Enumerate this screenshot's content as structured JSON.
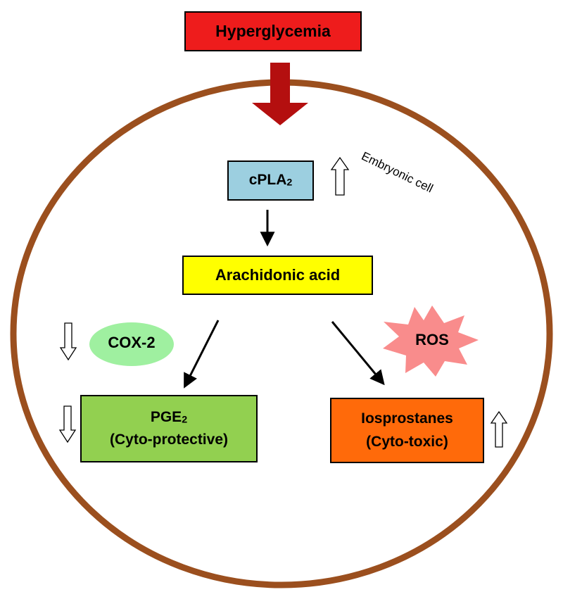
{
  "colors": {
    "cell_membrane": "#9b4f1e",
    "stimulus": "#ee1c1c",
    "stimulus_arrow": "#b40f0f",
    "cpla2": "#9ccfe0",
    "arachidonic_acid": "#ffff00",
    "cox2": "#9ff0a0",
    "pge2": "#92d050",
    "isoprostanes": "#ff6a0a",
    "ros": "#f98c8c"
  },
  "stimulus": {
    "label": "Hyperglycemia"
  },
  "cell": {
    "label": "Embryonic cell"
  },
  "cpla2": {
    "main": "cPLA",
    "sub": "2",
    "trend": "up"
  },
  "arachidonic_acid": {
    "label": "Arachidonic acid"
  },
  "cox2": {
    "label": "COX-2",
    "trend": "down"
  },
  "ros": {
    "label": "ROS"
  },
  "pge2": {
    "main": "PGE",
    "sub": "2",
    "role": "(Cyto-protective)",
    "trend": "down"
  },
  "isoprostanes": {
    "label": "Iosprostanes",
    "role": "(Cyto-toxic)",
    "trend": "up"
  }
}
